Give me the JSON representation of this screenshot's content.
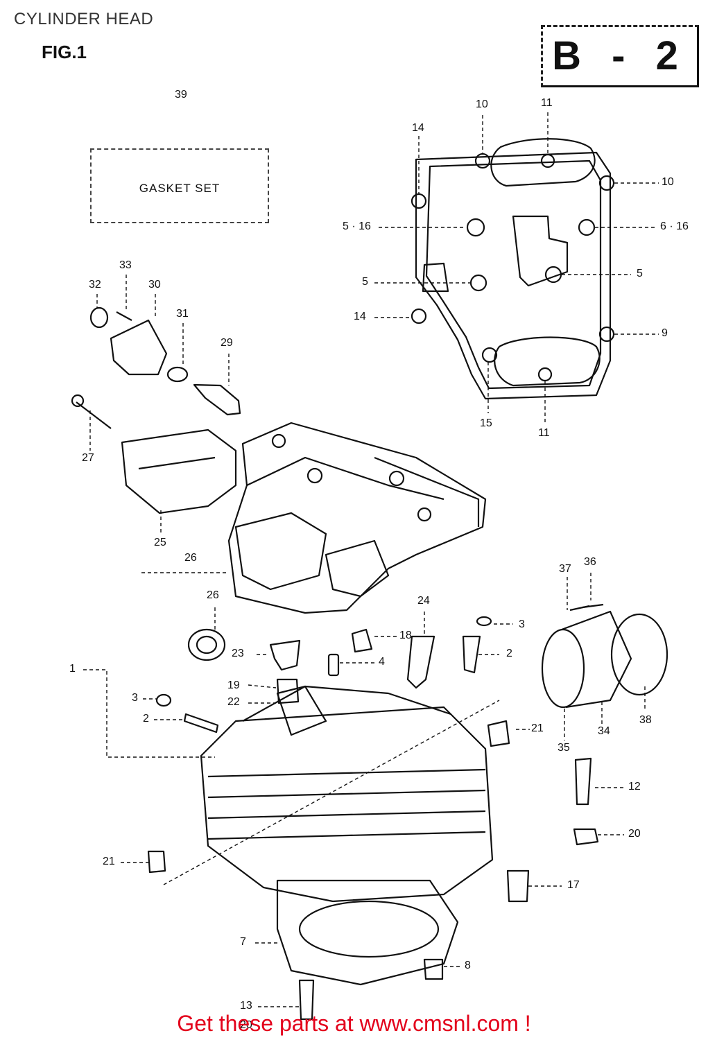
{
  "header": {
    "title": "CYLINDER HEAD",
    "figure": "FIG.1",
    "section_code": "B - 2"
  },
  "gasket_kit": {
    "number": "39",
    "label": "GASKET SET"
  },
  "callouts": [
    {
      "id": "c10a",
      "text": "10"
    },
    {
      "id": "c11a",
      "text": "11"
    },
    {
      "id": "c14a",
      "text": "14"
    },
    {
      "id": "c10b",
      "text": "10"
    },
    {
      "id": "c516",
      "text": "5 · 16"
    },
    {
      "id": "c616",
      "text": "6 · 16"
    },
    {
      "id": "c5a",
      "text": "5"
    },
    {
      "id": "c5b",
      "text": "5"
    },
    {
      "id": "c14b",
      "text": "14"
    },
    {
      "id": "c9",
      "text": "9"
    },
    {
      "id": "c15",
      "text": "15"
    },
    {
      "id": "c11b",
      "text": "11"
    },
    {
      "id": "c33",
      "text": "33"
    },
    {
      "id": "c32",
      "text": "32"
    },
    {
      "id": "c30",
      "text": "30"
    },
    {
      "id": "c31",
      "text": "31"
    },
    {
      "id": "c29",
      "text": "29"
    },
    {
      "id": "c27",
      "text": "27"
    },
    {
      "id": "c25",
      "text": "25"
    },
    {
      "id": "c26a",
      "text": "26"
    },
    {
      "id": "c26b",
      "text": "26"
    },
    {
      "id": "c37",
      "text": "37"
    },
    {
      "id": "c36",
      "text": "36"
    },
    {
      "id": "c24",
      "text": "24"
    },
    {
      "id": "c3a",
      "text": "3"
    },
    {
      "id": "c18",
      "text": "18"
    },
    {
      "id": "c23",
      "text": "23"
    },
    {
      "id": "c2a",
      "text": "2"
    },
    {
      "id": "c4",
      "text": "4"
    },
    {
      "id": "c1",
      "text": "1"
    },
    {
      "id": "c19",
      "text": "19"
    },
    {
      "id": "c22",
      "text": "22"
    },
    {
      "id": "c3b",
      "text": "3"
    },
    {
      "id": "c2b",
      "text": "2"
    },
    {
      "id": "c21a",
      "text": "21"
    },
    {
      "id": "c35",
      "text": "35"
    },
    {
      "id": "c34",
      "text": "34"
    },
    {
      "id": "c38",
      "text": "38"
    },
    {
      "id": "c12",
      "text": "12"
    },
    {
      "id": "c20a",
      "text": "20"
    },
    {
      "id": "c21b",
      "text": "21"
    },
    {
      "id": "c17",
      "text": "17"
    },
    {
      "id": "c7",
      "text": "7"
    },
    {
      "id": "c8",
      "text": "8"
    },
    {
      "id": "c13",
      "text": "13"
    },
    {
      "id": "c20b",
      "text": "20"
    }
  ],
  "watermark": {
    "text": "Get these parts at www.cmsnl.com !",
    "color": "#e3001b"
  }
}
